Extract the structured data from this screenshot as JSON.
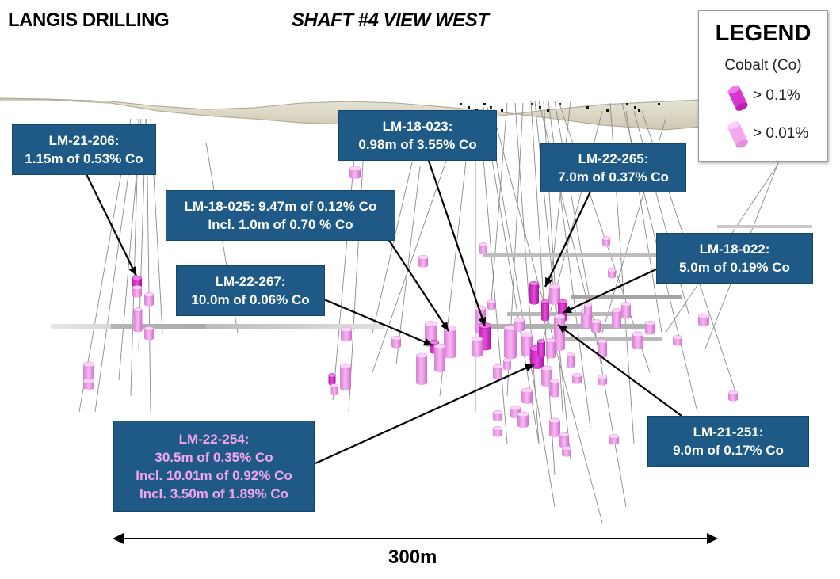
{
  "header": {
    "company": "LANGIS DRILLING",
    "view": "SHAFT #4 VIEW WEST"
  },
  "legend": {
    "title": "LEGEND",
    "subtitle": "Cobalt (Co)",
    "items": [
      {
        "label": "> 0.1%",
        "color": "#e040d8"
      },
      {
        "label": "> 0.01%",
        "color": "#f4a8f0"
      }
    ]
  },
  "callouts": [
    {
      "id": "lm-21-206",
      "lines": [
        "LM-21-206:",
        "1.15m of 0.53% Co"
      ]
    },
    {
      "id": "lm-18-023",
      "lines": [
        "LM-18-023:",
        "0.98m of 3.55% Co"
      ]
    },
    {
      "id": "lm-22-265",
      "lines": [
        "LM-22-265:",
        "7.0m of 0.37% Co"
      ]
    },
    {
      "id": "lm-18-025",
      "lines": [
        "LM-18-025: 9.47m of 0.12% Co",
        "Incl. 1.0m of 0.70 % Co"
      ]
    },
    {
      "id": "lm-18-022",
      "lines": [
        "LM-18-022:",
        "5.0m of 0.19% Co"
      ]
    },
    {
      "id": "lm-22-267",
      "lines": [
        "LM-22-267:",
        "10.0m of 0.06% Co"
      ]
    },
    {
      "id": "lm-22-254",
      "lines": [
        "LM-22-254:",
        "30.5m of 0.35% Co",
        "Incl. 10.01m of 0.92% Co",
        "Incl. 3.50m of 1.89% Co"
      ]
    },
    {
      "id": "lm-21-251",
      "lines": [
        "LM-21-251:",
        "9.0m of 0.17% Co"
      ]
    }
  ],
  "scale": {
    "label": "300m"
  },
  "colors": {
    "callout_bg": "#1f5a86",
    "high_grade": "#e040d8",
    "low_grade": "#f4a8f0",
    "surface": "#d9d4c2"
  }
}
